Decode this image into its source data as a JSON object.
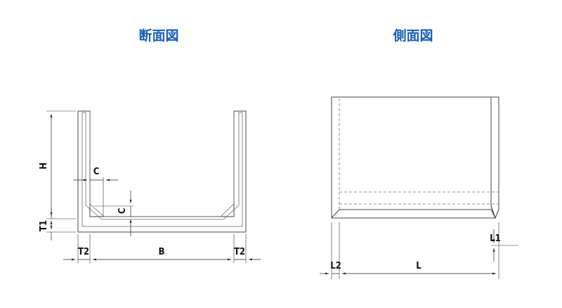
{
  "titles": {
    "section": "断面図",
    "side": "側面図"
  },
  "colors": {
    "title": "#1a5fb4",
    "body_fill": "#eeeeee",
    "edge": "#444444",
    "dimension_line": "#222222"
  },
  "section_view": {
    "labels": {
      "height": "H",
      "bottom_thickness": "T1",
      "chamfer_horizontal": "C",
      "chamfer_vertical": "C",
      "wall_left": "T2",
      "inner_width": "B",
      "wall_right": "T2"
    }
  },
  "side_view": {
    "labels": {
      "offset_vertical": "L1",
      "offset_horizontal": "L2",
      "length": "L"
    }
  }
}
